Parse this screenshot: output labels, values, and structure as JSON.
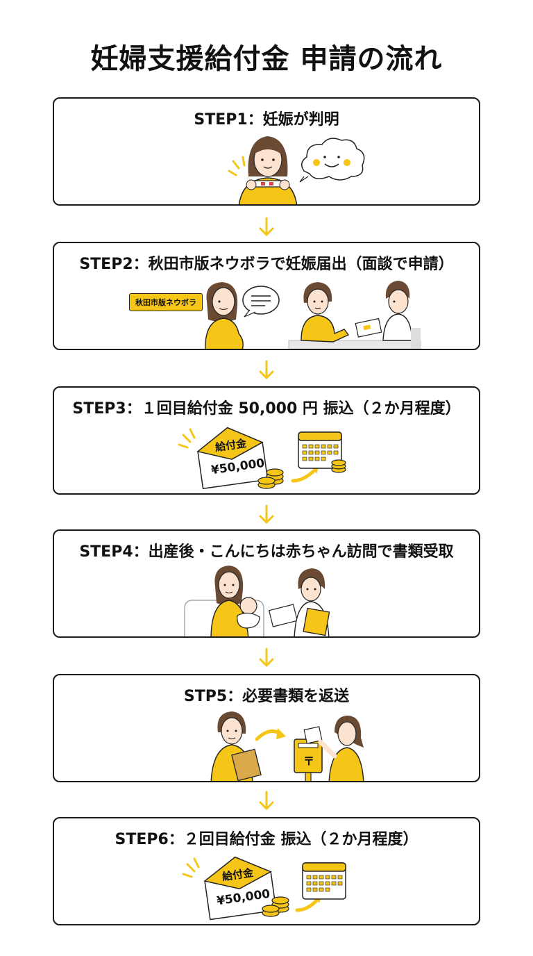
{
  "title": "妊婦支援給付金 申請の流れ",
  "colors": {
    "accent": "#F5C518",
    "border": "#1A1A1A"
  },
  "steps": [
    {
      "label": "STEP1：妊娠が判明"
    },
    {
      "label": "STEP2：秋田市版ネウボラで妊娠届出（面談で申請）",
      "sign": "秋田市版ネウボラ"
    },
    {
      "label": "STEP3：１回目給付金 50,000 円 振込（２か月程度）",
      "envelope_label": "給付金",
      "amount": "¥50,000"
    },
    {
      "label": "STEP4：出産後・こんにちは赤ちゃん訪問で書類受取"
    },
    {
      "label": "STP5：必要書類を返送",
      "postbox_mark": "〒"
    },
    {
      "label": "STEP6：２回目給付金 振込（２か月程度）",
      "envelope_label": "給付金",
      "amount": "¥50,000"
    }
  ]
}
